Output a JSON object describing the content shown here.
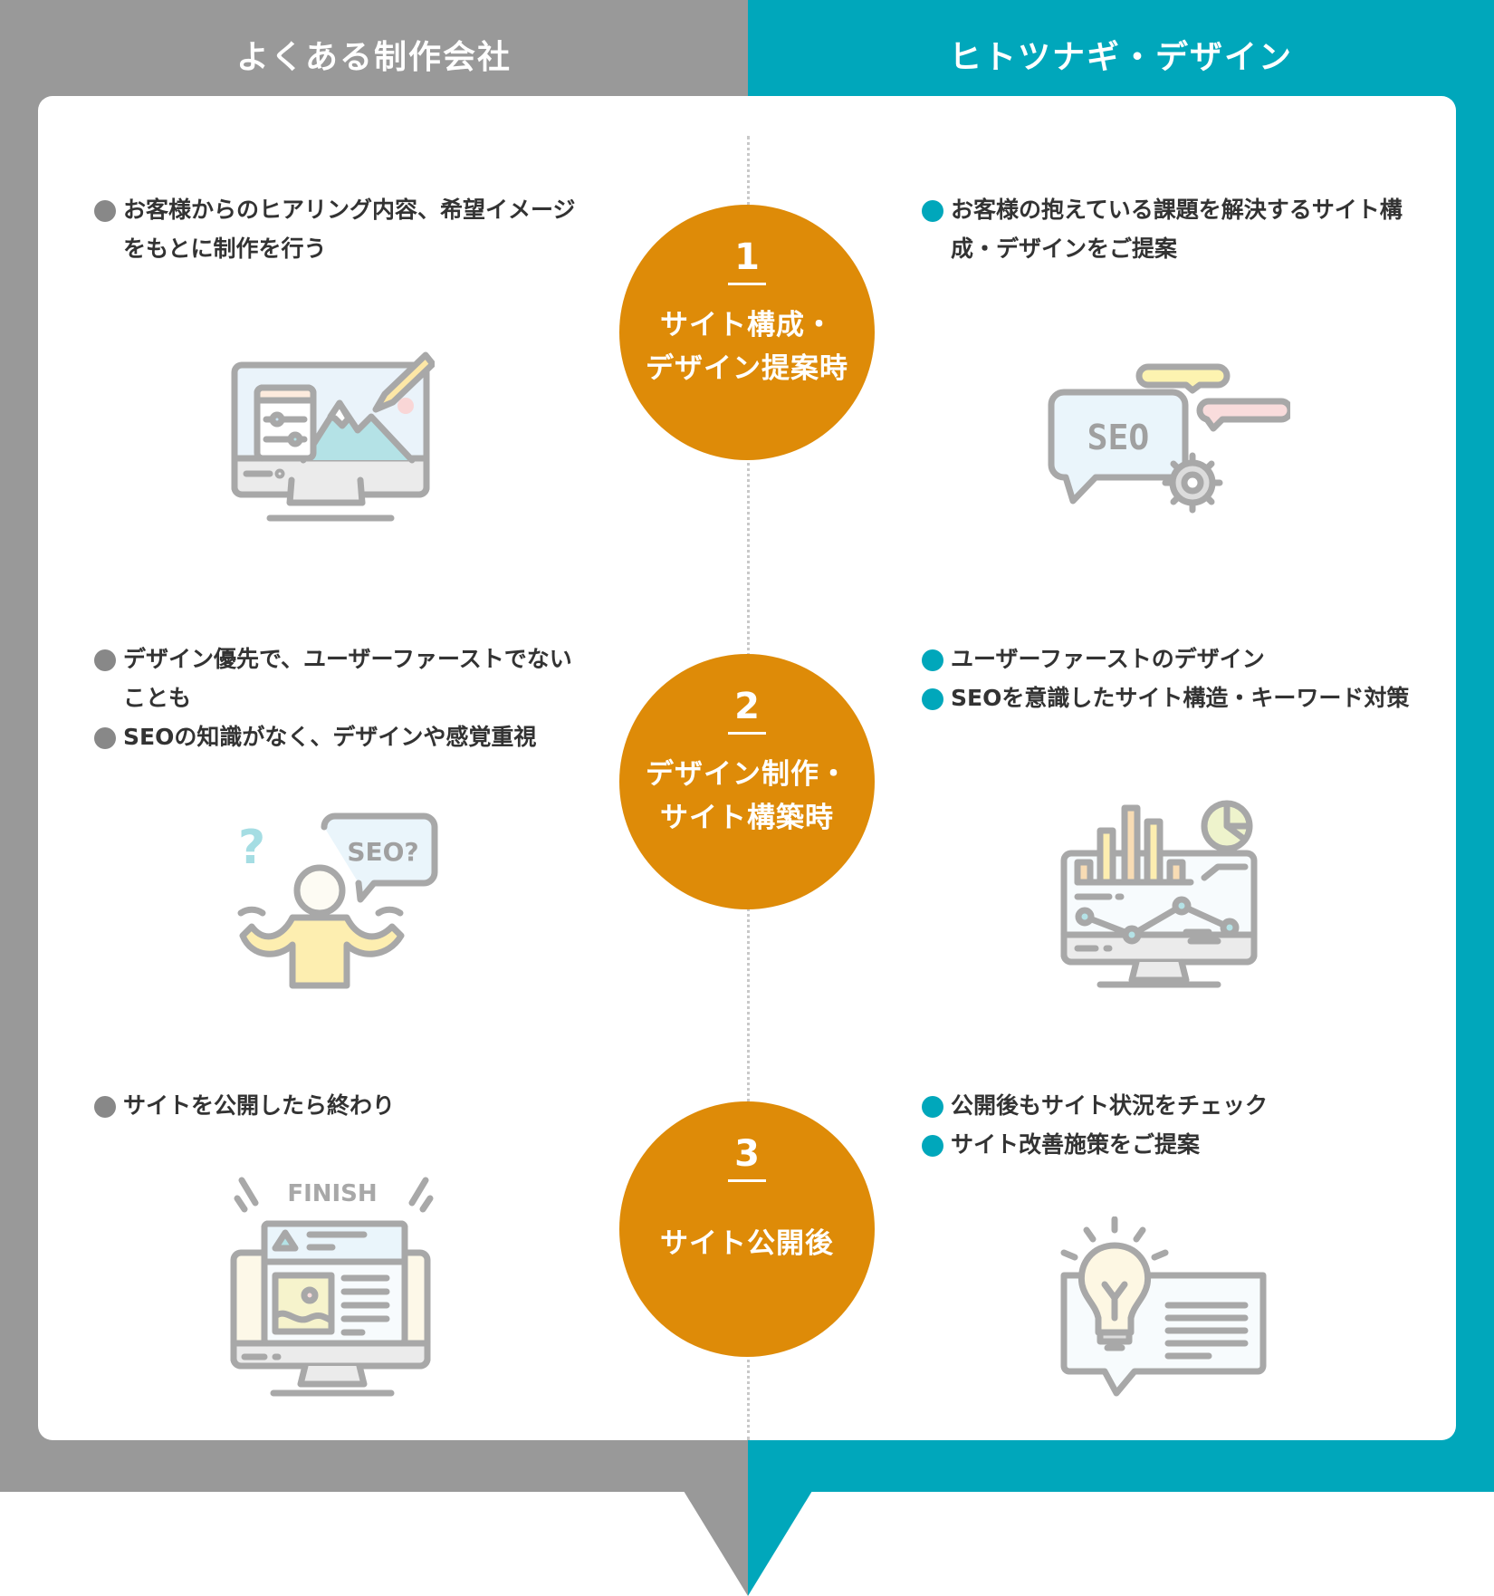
{
  "header": {
    "left_title": "よくある制作会社",
    "right_title": "ヒトツナギ・デザイン"
  },
  "colors": {
    "left_band": "#999999",
    "right_band": "#00A7BB",
    "step_circle": "#DE8B08",
    "left_bullet": "#888888",
    "right_bullet": "#00A7BB",
    "text": "#333333"
  },
  "steps": [
    {
      "number": "1",
      "label_line1": "サイト構成・",
      "label_line2": "デザイン提案時",
      "left_points": [
        "お客様からのヒアリング内容、希望イメージをもとに制作を行う"
      ],
      "right_points": [
        "お客様の抱えている課題を解決するサイト構成・デザインをご提案"
      ],
      "left_icon": "monitor-design-icon",
      "right_icon": "seo-speech-gear-icon",
      "right_icon_text": "SEO"
    },
    {
      "number": "2",
      "label_line1": "デザイン制作・",
      "label_line2": "サイト構築時",
      "left_points": [
        "デザイン優先で、ユーザーファーストでないことも",
        "SEOの知識がなく、デザインや感覚重視"
      ],
      "right_points": [
        "ユーザーファーストのデザイン",
        "SEOを意識したサイト構造・キーワード対策"
      ],
      "left_icon": "confused-person-seo-icon",
      "left_icon_text": "SEO?",
      "right_icon": "analytics-monitor-icon"
    },
    {
      "number": "3",
      "label_line1": "サイト公開後",
      "left_points": [
        "サイトを公開したら終わり"
      ],
      "right_points": [
        "公開後もサイト状況をチェック",
        "サイト改善施策をご提案"
      ],
      "left_icon": "finish-monitor-icon",
      "left_icon_text": "FINISH",
      "right_icon": "lightbulb-idea-icon"
    }
  ]
}
